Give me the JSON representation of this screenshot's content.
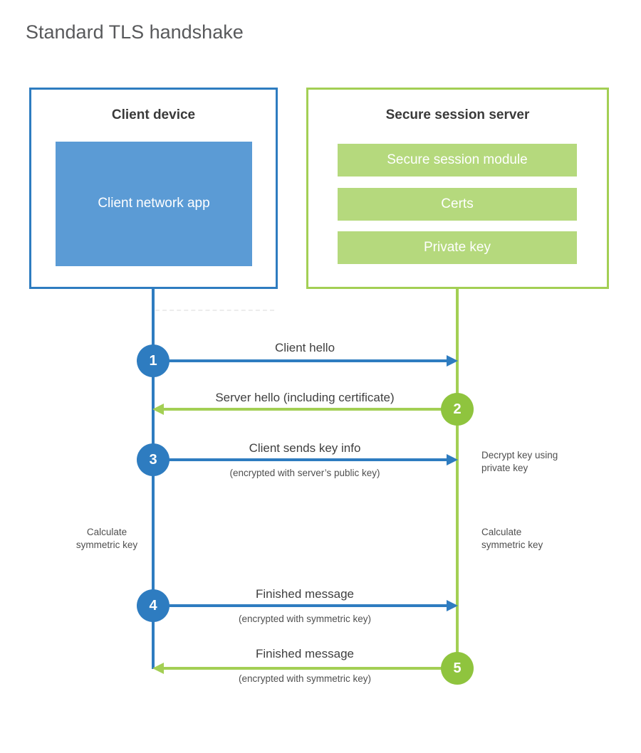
{
  "title": "Standard TLS handshake",
  "client_box": {
    "title": "Client device",
    "app_label": "Client network app"
  },
  "server_box": {
    "title": "Secure session server",
    "modules": [
      "Secure session module",
      "Certs",
      "Private key"
    ]
  },
  "steps": [
    {
      "num": "1",
      "label": "Client hello",
      "sub": ""
    },
    {
      "num": "2",
      "label": "Server hello (including certificate)",
      "sub": ""
    },
    {
      "num": "3",
      "label": "Client sends key info",
      "sub": "(encrypted with server’s public key)"
    },
    {
      "num": "4",
      "label": "Finished message",
      "sub": "(encrypted with symmetric key)"
    },
    {
      "num": "5",
      "label": "Finished message",
      "sub": "(encrypted with symmetric key)"
    }
  ],
  "annotations": {
    "decrypt": "Decrypt key using\nprivate key",
    "calc_left": "Calculate\nsymmetric key",
    "calc_right": "Calculate\nsymmetric key"
  },
  "colors": {
    "blue_line": "#2e7cc0",
    "blue_fill": "#5b9bd5",
    "green_line": "#a3cf54",
    "green_fill": "#b5d97d",
    "green_circle": "#8fc43e"
  }
}
